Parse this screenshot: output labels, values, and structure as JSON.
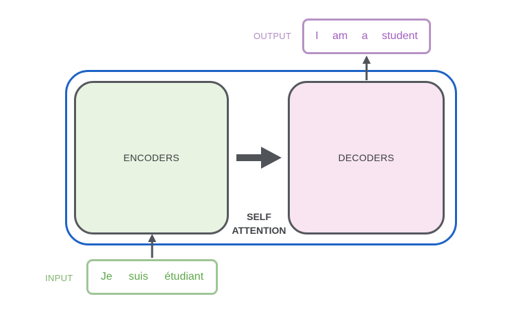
{
  "output": {
    "label": "OUTPUT",
    "tokens": [
      "I",
      "am",
      "a",
      "student"
    ]
  },
  "input": {
    "label": "INPUT",
    "tokens": [
      "Je",
      "suis",
      "étudiant"
    ]
  },
  "encoders": {
    "label": "ENCODERS"
  },
  "decoders": {
    "label": "DECODERS"
  },
  "self_attention": {
    "line1": "SELF",
    "line2": "ATTENTION"
  },
  "colors": {
    "frame": "#1e63c6",
    "encoders_fill": "#e8f3e1",
    "decoders_fill": "#f8e5f1",
    "block_border": "#55585e",
    "output_accent": "#a160bf",
    "input_accent": "#5fa84a"
  }
}
